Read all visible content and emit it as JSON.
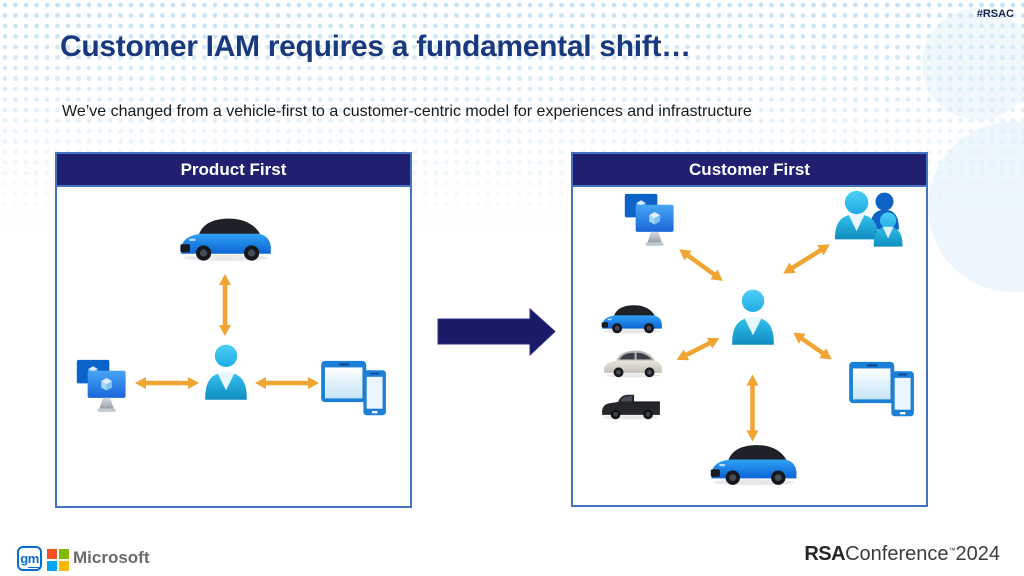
{
  "meta": {
    "hashtag": "#RSAC"
  },
  "header": {
    "title": "Customer IAM requires a fundamental shift…",
    "subtitle": "We’ve changed from a vehicle-first to a customer-centric model for experiences and infrastructure"
  },
  "diagram": {
    "left_panel": {
      "title": "Product First",
      "center_node": "vehicle",
      "nodes": [
        "vehicle (blue SUV)",
        "person",
        "virtual machines",
        "tablet and phone"
      ],
      "connections": [
        [
          "vehicle",
          "person"
        ],
        [
          "virtual machines",
          "person"
        ],
        [
          "tablet and phone",
          "person"
        ]
      ]
    },
    "transition": "product-first to customer-first",
    "right_panel": {
      "title": "Customer First",
      "center_node": "person",
      "nodes": [
        "virtual machines",
        "people group",
        "blue SUV",
        "silver SUV",
        "black pickup truck",
        "tablet and phone",
        "vehicle (blue SUV)"
      ],
      "connections": [
        [
          "virtual machines",
          "person"
        ],
        [
          "people group",
          "person"
        ],
        [
          "vehicles",
          "person"
        ],
        [
          "tablet and phone",
          "person"
        ],
        [
          "vehicle",
          "person"
        ]
      ]
    }
  },
  "icons": {
    "person": "user-silhouette-icon",
    "virtual_machines": "dual-monitor-vm-icon",
    "devices": "tablet-phone-icon",
    "people_group": "three-users-icon",
    "car_blue": "blue-suv-image",
    "car_silver": "silver-suv-image",
    "car_truck": "black-pickup-image",
    "connector": "orange-double-arrow",
    "transition_arrow": "navy-block-arrow"
  },
  "footer": {
    "gm_g": "g",
    "gm_m": "m",
    "microsoft": "Microsoft",
    "rsa": "RSA",
    "conference": "Conference",
    "tm": "™",
    "year": "2024"
  },
  "colors": {
    "title_blue": "#19397F",
    "header_navy": "#211F70",
    "panel_border": "#4472C4",
    "arrow_orange": "#F0A431",
    "block_arrow_navy": "#1B1A66",
    "person_cyan": "#29B9E8",
    "azure_blue": "#1B7FD8",
    "gm_blue": "#0B6BD4",
    "ms_red": "#F25022",
    "ms_green": "#7FBA00",
    "ms_blue": "#00A4EF",
    "ms_yellow": "#FFB900",
    "rsa_dark": "#262626",
    "text_dark": "#1A1A1A"
  }
}
